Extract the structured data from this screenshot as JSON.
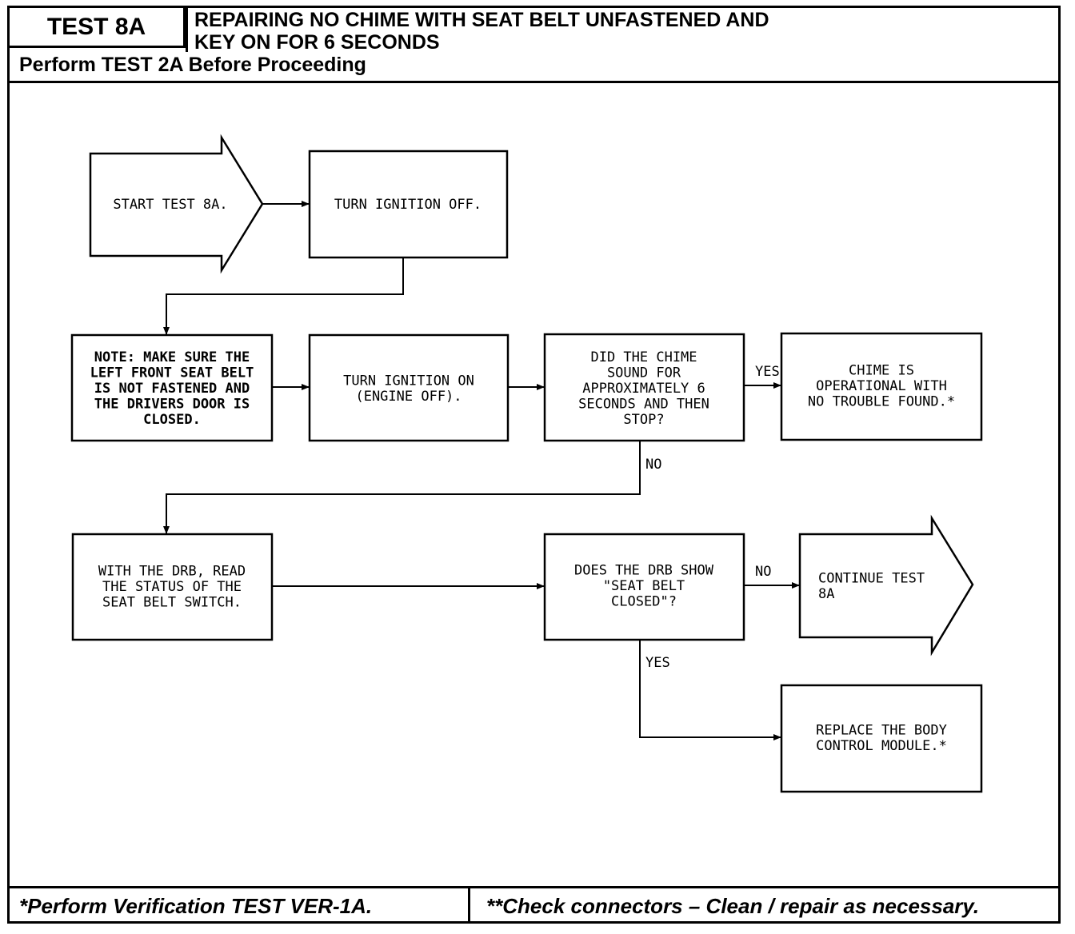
{
  "header": {
    "test_label": "TEST 8A",
    "title": "REPAIRING NO CHIME WITH SEAT BELT UNFASTENED AND\nKEY ON FOR 6 SECONDS",
    "subtitle": "Perform TEST 2A Before Proceeding"
  },
  "footer": {
    "left": "*Perform Verification TEST VER-1A.",
    "right": "**Check connectors – Clean / repair as necessary."
  },
  "flow": {
    "start": [
      "START TEST 8A."
    ],
    "ignition_off": [
      "TURN IGNITION OFF."
    ],
    "note": [
      "NOTE:  MAKE SURE THE",
      "LEFT FRONT SEAT BELT",
      "IS NOT FASTENED AND",
      "THE DRIVERS DOOR IS",
      "CLOSED."
    ],
    "ignition_on": [
      "TURN IGNITION ON",
      "(ENGINE OFF)."
    ],
    "chime_question": [
      "DID THE CHIME",
      "SOUND FOR",
      "APPROXIMATELY 6",
      "SECONDS AND THEN",
      "STOP?"
    ],
    "chime_ok": [
      "CHIME IS",
      "OPERATIONAL WITH",
      "NO TROUBLE FOUND.*"
    ],
    "read_drb": [
      "WITH THE DRB, READ",
      "THE STATUS OF THE",
      "SEAT BELT SWITCH."
    ],
    "drb_question": [
      "DOES THE DRB SHOW",
      "\"SEAT BELT",
      "CLOSED\"?"
    ],
    "continue": [
      "CONTINUE TEST",
      "8A"
    ],
    "replace_bcm": [
      "REPLACE THE BODY",
      "CONTROL MODULE.*"
    ]
  },
  "labels": {
    "yes_chime": "YES",
    "no_chime": "NO",
    "no_drb": "NO",
    "yes_drb": "YES"
  }
}
